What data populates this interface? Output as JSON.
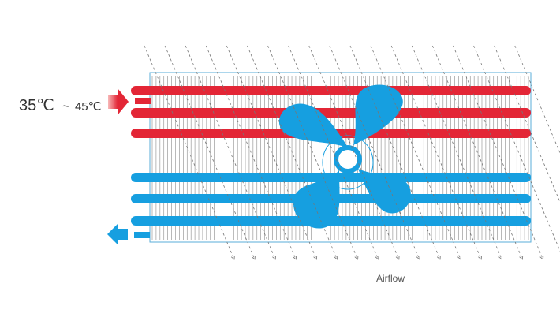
{
  "labels": {
    "inlet_temp_main": "35℃",
    "inlet_temp_tilde": "~",
    "inlet_temp_high": "45℃",
    "airflow": "Airflow"
  },
  "icons": {
    "inlet_arrow": "arrow-right-icon",
    "outlet_arrow": "arrow-left-icon",
    "fan": "fan-icon"
  },
  "colors": {
    "hot_tube": "#e32636",
    "cool_tube": "#169fe0",
    "fin_frame": "#5aaed9",
    "fin_line": "#8a8a8a",
    "airflow_line": "#777777",
    "fan": "#169fe0",
    "text": "#333333"
  },
  "tubes": [
    {
      "state": "hot"
    },
    {
      "state": "hot"
    },
    {
      "state": "hot"
    },
    {
      "state": "cool"
    },
    {
      "state": "cool"
    },
    {
      "state": "cool"
    },
    {
      "state": "cool"
    }
  ],
  "airflow_line_count": 19,
  "fin_count": 98
}
